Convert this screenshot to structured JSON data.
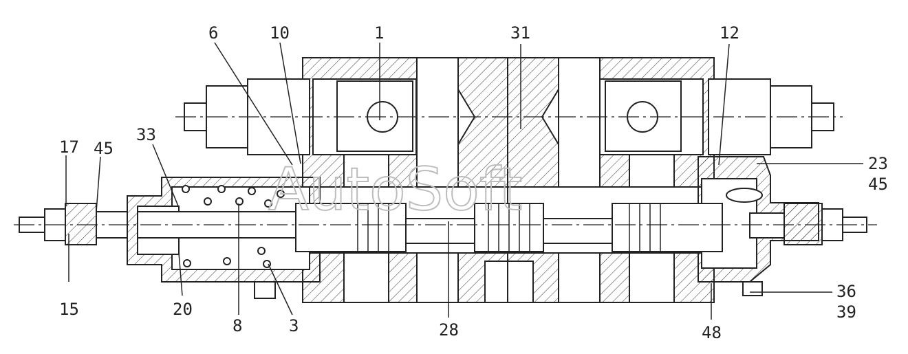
{
  "watermark": "AutoSoft",
  "callouts": {
    "c1": "1",
    "c31": "31",
    "c6": "6",
    "c10": "10",
    "c12": "12",
    "c33": "33",
    "c17": "17",
    "c45a": "45",
    "c23": "23",
    "c45b": "45",
    "c15": "15",
    "c20": "20",
    "c8": "8",
    "c3": "3",
    "c28": "28",
    "c36": "36",
    "c39": "39",
    "c48": "48"
  },
  "colors": {
    "line": "#222222",
    "hatch": "#444444",
    "watermark": "#bdbdbd"
  }
}
